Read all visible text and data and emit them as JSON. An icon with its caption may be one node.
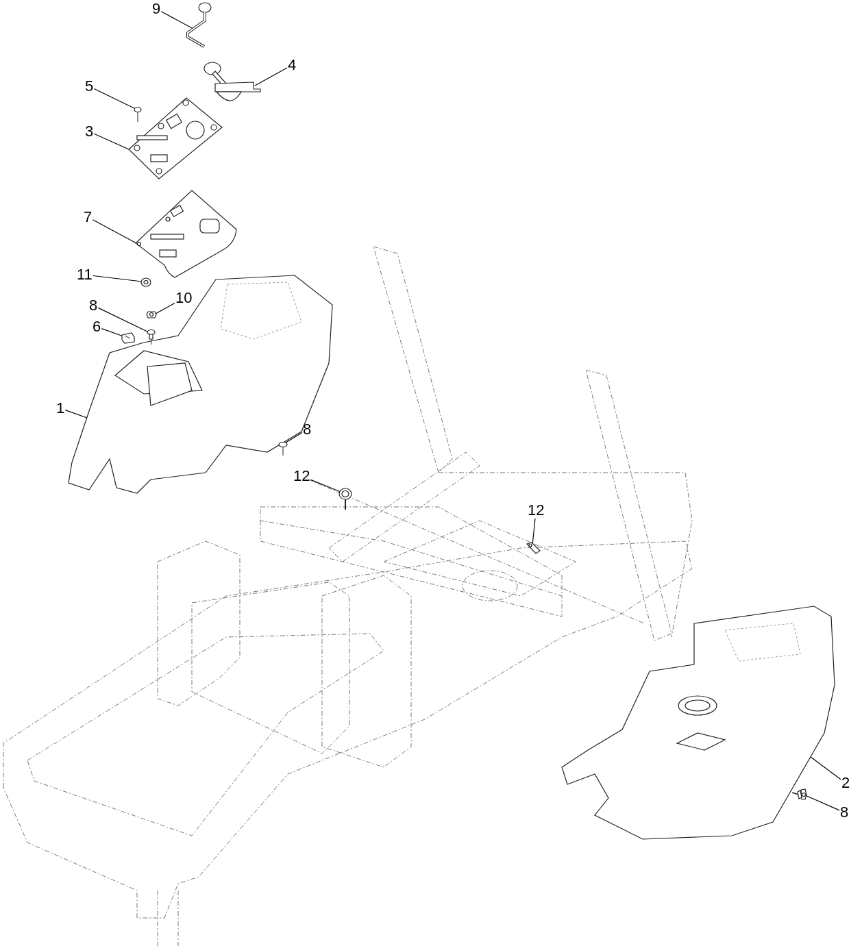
{
  "diagram": {
    "nodes": [
      {
        "text": [
          "9"
        ]
      },
      {
        "text": [],
        "shape": "picture"
      },
      {
        "text": [
          "4"
        ]
      },
      {
        "text": [],
        "shape": "picture"
      },
      {
        "text": [
          "5"
        ]
      },
      {
        "text": [],
        "shape": "picture"
      },
      {
        "text": [
          "3"
        ]
      },
      {
        "text": [],
        "shape": "picture"
      },
      {
        "text": [
          "7"
        ]
      },
      {
        "text": [],
        "shape": "picture"
      },
      {
        "text": [
          "11"
        ]
      },
      {
        "text": [],
        "shape": "picture"
      },
      {
        "text": [
          "10"
        ]
      },
      {
        "text": [],
        "shape": "picture"
      },
      {
        "text": [
          "8"
        ]
      },
      {
        "text": [],
        "shape": "picture"
      },
      {
        "text": [
          "6"
        ]
      },
      {
        "text": [],
        "shape": "picture"
      },
      {
        "text": [
          "1"
        ]
      },
      {
        "text": [],
        "shape": "picture"
      },
      {
        "text": [
          "8"
        ]
      },
      {
        "text": [],
        "shape": "picture"
      },
      {
        "text": [
          "12"
        ]
      },
      {
        "text": [],
        "shape": "picture"
      },
      {
        "text": [
          "12"
        ]
      },
      {
        "text": [],
        "shape": "picture"
      },
      {
        "text": [
          "2"
        ]
      },
      {
        "text": [],
        "shape": "picture"
      },
      {
        "text": [
          "8"
        ]
      },
      {
        "text": [],
        "shape": "picture"
      }
    ],
    "edges": [
      {
        "from": 0,
        "to": 1,
        "arrow": "none"
      },
      {
        "from": 2,
        "to": 3,
        "arrow": "none"
      },
      {
        "from": 4,
        "to": 5,
        "arrow": "none"
      },
      {
        "from": 6,
        "to": 7,
        "arrow": "none"
      },
      {
        "from": 8,
        "to": 9,
        "arrow": "none"
      },
      {
        "from": 10,
        "to": 11,
        "arrow": "none"
      },
      {
        "from": 12,
        "to": 13,
        "arrow": "none"
      },
      {
        "from": 14,
        "to": 15,
        "arrow": "none"
      },
      {
        "from": 16,
        "to": 17,
        "arrow": "none"
      },
      {
        "from": 18,
        "to": 19,
        "arrow": "none"
      },
      {
        "from": 20,
        "to": 21,
        "arrow": "none"
      },
      {
        "from": 22,
        "to": 23,
        "arrow": "none"
      },
      {
        "from": 24,
        "to": 25,
        "arrow": "none"
      },
      {
        "from": 26,
        "to": 27,
        "arrow": "none"
      },
      {
        "from": 28,
        "to": 29,
        "arrow": "none"
      }
    ]
  }
}
